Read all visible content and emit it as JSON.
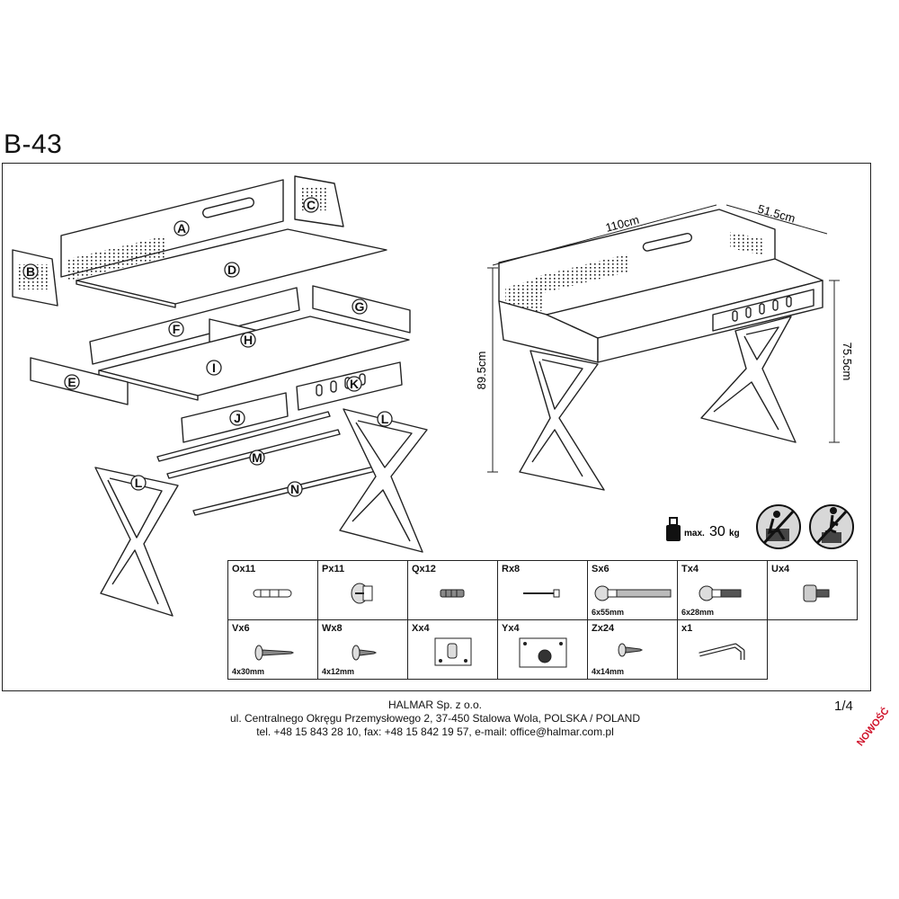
{
  "model_code": "B-43",
  "parts": {
    "A": "A",
    "B": "B",
    "C": "C",
    "D": "D",
    "E": "E",
    "F": "F",
    "G": "G",
    "H": "H",
    "I": "I",
    "J": "J",
    "K": "K",
    "L": "L",
    "M": "M",
    "N": "N"
  },
  "dimensions": {
    "width": "110cm",
    "depth": "51.5cm",
    "total_height": "89.5cm",
    "desk_height": "75.5cm",
    "max_load_prefix": "max.",
    "max_load_value": "30",
    "max_load_unit": "kg"
  },
  "hardware": [
    {
      "code": "Ox11",
      "size": "",
      "icon": "dowel-icon"
    },
    {
      "code": "Px11",
      "size": "",
      "icon": "cam-lock-icon"
    },
    {
      "code": "Qx12",
      "size": "",
      "icon": "plastic-anchor-icon"
    },
    {
      "code": "Rx8",
      "size": "",
      "icon": "pin-screw-icon"
    },
    {
      "code": "Sx6",
      "size": "6x55mm",
      "icon": "long-bolt-icon"
    },
    {
      "code": "Tx4",
      "size": "6x28mm",
      "icon": "short-bolt-icon"
    },
    {
      "code": "Ux4",
      "size": "",
      "icon": "leveling-foot-icon"
    },
    {
      "code": "Vx6",
      "size": "4x30mm",
      "icon": "wood-screw-icon"
    },
    {
      "code": "Wx8",
      "size": "4x12mm",
      "icon": "short-screw-icon"
    },
    {
      "code": "Xx4",
      "size": "",
      "icon": "bracket-plate-icon"
    },
    {
      "code": "Yx4",
      "size": "",
      "icon": "drawer-runner-icon"
    },
    {
      "code": "Zx24",
      "size": "4x14mm",
      "icon": "small-screw-icon"
    },
    {
      "code": "x1",
      "size": "",
      "icon": "allen-key-icon"
    }
  ],
  "footer": {
    "company": "HALMAR Sp. z o.o.",
    "address": "ul. Centralnego Okręgu Przemysłowego 2, 37-450 Stalowa Wola, POLSKA / POLAND",
    "contact": "tel. +48 15 843 28 10, fax: +48 15 842 19 57, e-mail: office@halmar.com.pl"
  },
  "page_number": "1/4",
  "badge": "NOWOŚĆ"
}
